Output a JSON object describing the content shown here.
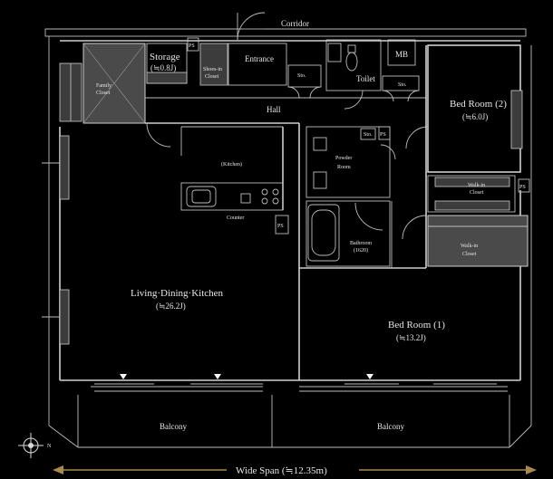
{
  "rooms": {
    "corridor": "Corridor",
    "mb": "MB",
    "storage": "Storage",
    "storage_size": "(≒0.8J)",
    "ps": "PS",
    "shoes_in_closet": [
      "Shoes-in",
      "Closet"
    ],
    "entrance": "Entrance",
    "sto": "Sto.",
    "toilet": "Toilet",
    "family_closet": [
      "Family",
      "Closet"
    ],
    "hall": "Hall",
    "bedroom2": "Bed Room (2)",
    "bedroom2_size": "(≒6.0J)",
    "kitchen": "(Kitchen)",
    "powder_room": [
      "Powder",
      "Room"
    ],
    "walkin_closet_1": [
      "Walk-in",
      "Closet"
    ],
    "counter": "Counter",
    "bathroom": "Bathroom",
    "bathroom_size": "(1620)",
    "walkin_closet_2": [
      "Walk-in",
      "Closet"
    ],
    "ldk": "Living·Dining·Kitchen",
    "ldk_size": "(≒26.2J)",
    "bedroom1": "Bed Room (1)",
    "bedroom1_size": "(≒13.2J)",
    "balcony": "Balcony"
  },
  "footer": {
    "wide_span": "Wide Span (≒12.35m)"
  },
  "colors": {
    "background": "#000000",
    "walls": "#d0d0d0",
    "closet_fill": "#4a4a4a",
    "arrow_gold": "#a88a4e"
  },
  "icons": {
    "compass": "north-compass-icon",
    "vent_marker": "triangle-marker-icon"
  }
}
